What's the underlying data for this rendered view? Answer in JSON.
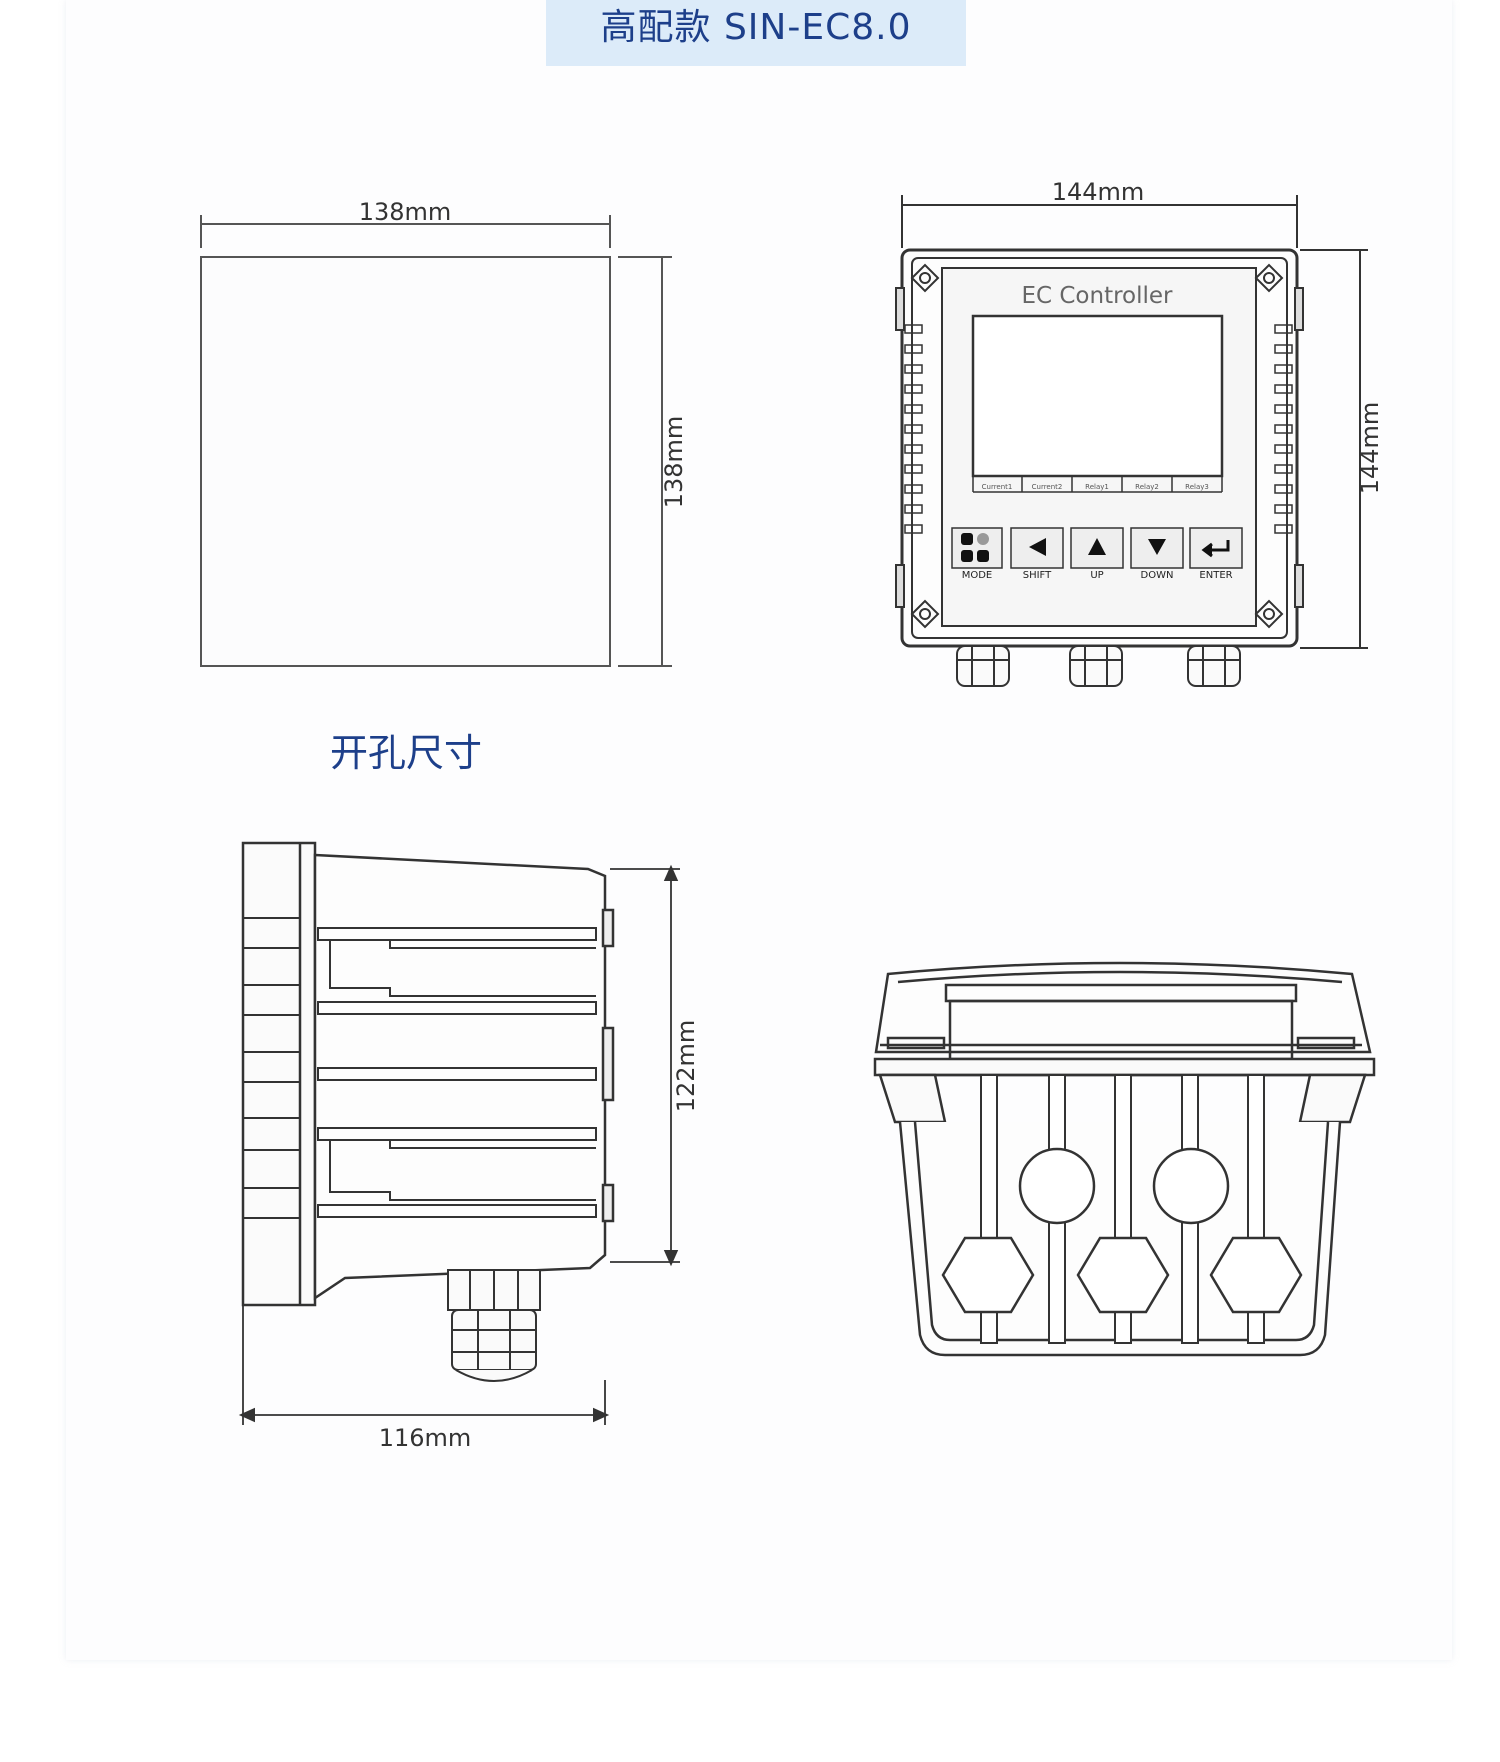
{
  "header": {
    "title": "高配款  SIN-EC8.0"
  },
  "cutout": {
    "caption": "开孔尺寸",
    "width_label": "138mm",
    "height_label": "138mm"
  },
  "front_view": {
    "width_label": "144mm",
    "height_label": "144mm",
    "device_label": "EC Controller",
    "indicator_labels": [
      "Current1",
      "Current2",
      "Relay1",
      "Relay2",
      "Relay3"
    ],
    "buttons": [
      {
        "label": "MODE",
        "icon": "mode-icon"
      },
      {
        "label": "SHIFT",
        "icon": "arrow-left-icon"
      },
      {
        "label": "UP",
        "icon": "arrow-up-icon"
      },
      {
        "label": "DOWN",
        "icon": "arrow-down-icon"
      },
      {
        "label": "ENTER",
        "icon": "enter-icon"
      }
    ]
  },
  "side_view": {
    "depth_label": "116mm",
    "height_label": "122mm"
  },
  "colors": {
    "title_bg": "#dcebf9",
    "title_text": "#1d3f8a",
    "line": "#333333"
  }
}
